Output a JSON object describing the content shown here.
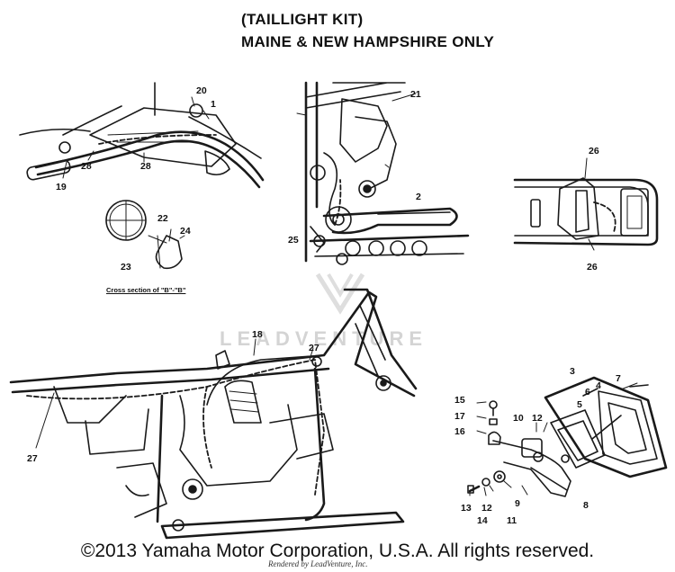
{
  "title": {
    "line1": "(TAILLIGHT KIT)",
    "line2": "MAINE & NEW HAMPSHIRE ONLY"
  },
  "cross_section_caption": "Cross section of \"B\"-\"B\"",
  "watermark": "LEADVENTURE",
  "footer": {
    "copyright": "©2013 Yamaha Motor Corporation, U.S.A. All rights reserved.",
    "rendered_by": "Rendered by LeadVenture, Inc."
  },
  "callouts": {
    "handlebar": [
      "20",
      "1",
      "28",
      "28",
      "19"
    ],
    "cross_section": [
      "22",
      "24",
      "23"
    ],
    "rear_frame": [
      "21",
      "2",
      "25"
    ],
    "fender": [
      "26",
      "26"
    ],
    "main_frame": [
      "18",
      "27",
      "27"
    ],
    "taillight": [
      "3",
      "7",
      "4",
      "6",
      "5",
      "15",
      "17",
      "16",
      "10",
      "12",
      "8",
      "9",
      "13",
      "12",
      "14",
      "11"
    ]
  },
  "colors": {
    "ink": "#111111",
    "watermark": "#d4d4d4"
  }
}
